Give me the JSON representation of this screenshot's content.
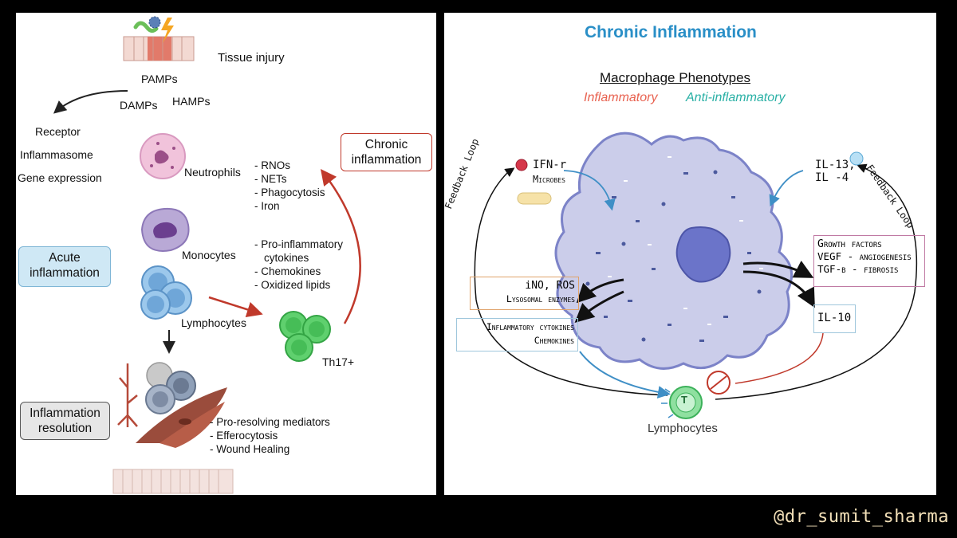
{
  "left": {
    "tissue_injury": "Tissue injury",
    "pamps": "PAMPs",
    "damps": "DAMPs",
    "hamps": "HAMPs",
    "receptor": "Receptor",
    "inflammasome": "Inflammasome",
    "gene_expression": "Gene expression",
    "neutrophils": "Neutrophils",
    "neutrophil_items": [
      "- RNOs",
      "- NETs",
      "- Phagocytosis",
      "- Iron"
    ],
    "monocytes": "Monocytes",
    "monocyte_items": [
      "- Pro-inflammatory",
      "cytokines",
      "- Chemokines",
      "- Oxidized lipids"
    ],
    "lymphocytes": "Lymphocytes",
    "th17": "Th17+",
    "acute_line1": "Acute",
    "acute_line2": "inflammation",
    "chronic_line1": "Chronic",
    "chronic_line2": "inflammation",
    "resolution_line1": "Inflammation",
    "resolution_line2": "resolution",
    "resolution_items": [
      "- Pro-resolving mediators",
      "- Efferocytosis",
      "- Wound Healing"
    ]
  },
  "right": {
    "title": "Chronic Inflammation",
    "phenotypes_heading": "Macrophage Phenotypes",
    "inflammatory": "Inflammatory",
    "anti_inflammatory": "Anti-inflammatory",
    "ifn": "IFN-r",
    "microbes": "Microbes",
    "il13": "IL-13,",
    "il4": "IL -4",
    "feedback_left": "Feedback Loop",
    "feedback_right": "Feedback Loop",
    "growth_factors": "Growth factors",
    "vegf": "VEGF - angiogenesis",
    "tgf": "TGF-β - fibrosis",
    "ino_ros": "iNO, ROS",
    "lysosomal": "Lysosomal enzymes",
    "inflammatory_cytokines": "Inflammatory cytokines",
    "chemokines": "Chemokines",
    "il10": "IL-10",
    "lymphocytes": "Lymphocytes",
    "t_label": "T"
  },
  "watermark": "@dr_sumit_sharma",
  "colors": {
    "title_blue": "#2a8fc7",
    "inflammatory_red": "#e8614f",
    "anti_teal": "#29b0a5",
    "acute_box": "#cfe8f5",
    "chronic_border": "#c0392b",
    "red_arrow": "#c0392b",
    "macrophage": "#c9cbe8",
    "nucleus": "#6b74c9",
    "lymph_green": "#5fd06e"
  }
}
